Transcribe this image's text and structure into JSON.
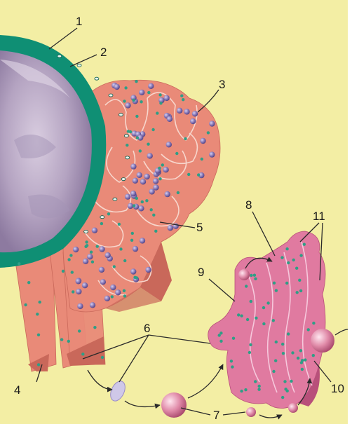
{
  "labels": [
    "1",
    "2",
    "3",
    "4",
    "5",
    "6",
    "7",
    "8",
    "9",
    "10",
    "11"
  ],
  "colors": {
    "background": "#f3eea4",
    "nucleus": "#b9a8c6",
    "nuclear_envelope": "#0f8f74",
    "rough_er": "#e98a78",
    "golgi": "#e07aa0",
    "ribosome": "#7e6aa8",
    "dot": "#2f9e86",
    "vesicle": "#d98aa6",
    "line": "#2a2a2a"
  }
}
